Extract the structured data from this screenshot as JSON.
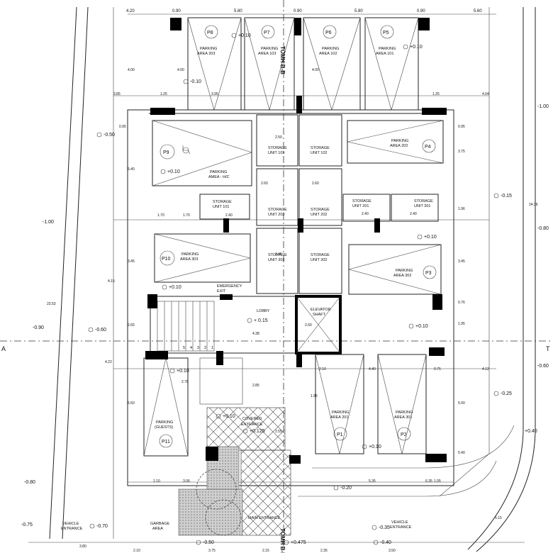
{
  "axis": {
    "top": "TOMH B-B",
    "bottom": "TOMH B-B",
    "left": "A",
    "right": "T"
  },
  "top_dims": [
    "4.20",
    "0.90",
    "5.80",
    "0.90",
    "5.80",
    "0.90",
    "5.60"
  ],
  "parking": [
    {
      "num": "P8",
      "label1": "PARKING",
      "label2": "AREA 203"
    },
    {
      "num": "P7",
      "label1": "PARKING",
      "label2": "AREA 103"
    },
    {
      "num": "P6",
      "label1": "PARKING",
      "label2": "AREA 102"
    },
    {
      "num": "P5",
      "label1": "PARKING",
      "label2": "AREA 101"
    },
    {
      "num": "P9",
      "label1": "PARKING",
      "label2": "AMEA - H/C"
    },
    {
      "num": "P4",
      "label1": "PARKING",
      "label2": "AREA 202"
    },
    {
      "num": "P10",
      "label1": "PARKING",
      "label2": "AREA 303"
    },
    {
      "num": "P3",
      "label1": "PARKING",
      "label2": "AREA 302"
    },
    {
      "num": "P11",
      "label1": "PARKING",
      "label2": "(GUESTS)"
    },
    {
      "num": "P1",
      "label1": "PARKING",
      "label2": "AREA 201"
    },
    {
      "num": "P2",
      "label1": "PARKING",
      "label2": "AREA 301"
    }
  ],
  "storage": [
    {
      "l1": "STORAGE",
      "l2": "UNIT 103"
    },
    {
      "l1": "STORAGE",
      "l2": "UNIT 102"
    },
    {
      "l1": "STORAGE",
      "l2": "UNIT 101"
    },
    {
      "l1": "STORAGE",
      "l2": "UNIT 203"
    },
    {
      "l1": "STORAGE",
      "l2": "UNIT 202"
    },
    {
      "l1": "STORAGE",
      "l2": "UNIT 201"
    },
    {
      "l1": "STORAGE",
      "l2": "UNIT 301"
    },
    {
      "l1": "STORAGE",
      "l2": "UNIT 303"
    },
    {
      "l1": "STORAGE",
      "l2": "UNIT 302"
    }
  ],
  "rooms": {
    "lobby": "LOBBY",
    "elevator1": "ELEVATOR",
    "elevator2": "SHAFT",
    "emergency1": "EMERGENCY",
    "emergency2": "EXIT",
    "covered1": "COVERED",
    "covered2": "ENTRANCE",
    "garbage1": "GARBAGE",
    "garbage2": "AREA",
    "main_entrance": "MAIN ENTRANCE",
    "vehicle_left1": "VEHICLE",
    "vehicle_left2": "ENTRANCE",
    "vehicle_right1": "VEHICLE",
    "vehicle_right2": "ENTRANCE"
  },
  "levels": {
    "l_m050": "-0.50",
    "l_p010a": "+0.10",
    "l_p010b": "+0.10",
    "l_p010c": "+0.10",
    "l_m010": "-0.10",
    "l_p010d": "+0.10",
    "l_p010e": "+0.10",
    "l_m015": "-0.15",
    "l_m060": "-0.60",
    "l_p015": "+ 0.15",
    "l_p010f": "+0.10",
    "l_m025": "-0.25",
    "l_p010g": "+0.10",
    "l_p0125": "+0.125",
    "l_p010h": "+0.10",
    "l_p010i": "+0.10",
    "l_m020": "-0.20",
    "l_m070": "-0.70",
    "l_m035": "-0.35",
    "l_m050b": "-0.50",
    "l_p0475": "+0.475",
    "l_m040": "-0.40",
    "l_m075": "-0.75",
    "l_m080": "-0.80",
    "l_m090": "-0.90",
    "l_m100": "-1.00",
    "l_m100r": "-1.00",
    "l_m080r": "-0.80",
    "l_m060r": "-0.60",
    "l_p040": "+0.40"
  },
  "dims": {
    "d1": "4.00",
    "d2": "3.95",
    "d3": "4.00",
    "d4": "4.04",
    "d5": "3.85",
    "d6": "1.25",
    "d7": "1.25",
    "d8": "5.40",
    "d9": "3.75",
    "d10": "2.50",
    "d11": "2.60",
    "d12": "2.60",
    "d13": "2.40",
    "d14": "2.40",
    "d15": "2.40",
    "d16": "1.70",
    "d17": "3.45",
    "d18": "3.45",
    "d19": "3.45",
    "d20": "4.15",
    "d21": "4.38",
    "d22": "2.60",
    "d23": "1.95",
    "d24": "0.76",
    "d25": "4.22",
    "d26": "2.10",
    "d27": "4.40",
    "d28": "0.75",
    "d29": "4.12",
    "d30": "5.50",
    "d31": "5.00",
    "d32": "2.78",
    "d33": "2.85",
    "d34": "5.35",
    "d35": "1.10",
    "d36": "3.06",
    "d37": "1.05",
    "d38": "3.80",
    "d39": "2.10",
    "d40": "3.75",
    "d41": "2.15",
    "d42": "2.35",
    "d43": "3.50",
    "d44": "5.15",
    "d45": "24.36",
    "d46": "23.53",
    "d47": "4.00",
    "d48": "0.95",
    "d49": "0.95",
    "d50": "1.96",
    "d51": "1.70",
    "d52": "2.65",
    "d53": "6.35",
    "d54": "1.95",
    "d55": "0.40",
    "d56": "2.55"
  },
  "stairs": [
    "5",
    "4",
    "3",
    "2",
    "1"
  ]
}
